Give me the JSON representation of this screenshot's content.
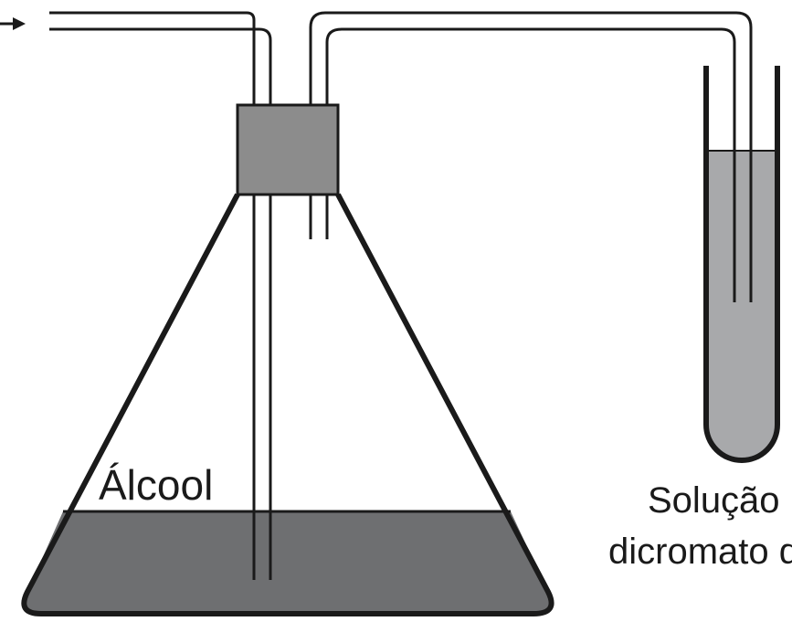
{
  "labels": {
    "alcohol": "Álcool",
    "solution_line1": "Solução",
    "solution_line2": "dicromato d"
  },
  "colors": {
    "outline": "#1a1a1a",
    "stopper": "#8c8c8c",
    "liquid_flask": "#6e6f71",
    "liquid_tube": "#a8a9ab",
    "background": "#ffffff"
  },
  "icons": {
    "flow": "arrow-right-icon"
  }
}
